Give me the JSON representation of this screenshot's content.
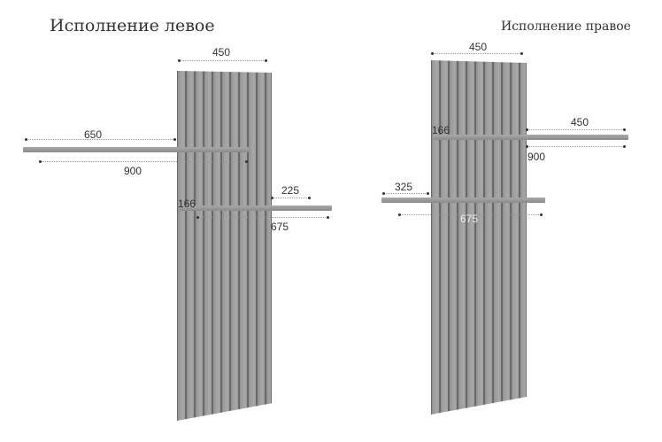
{
  "left": {
    "title": "Исполнение левое",
    "dims": {
      "panel_width": "450",
      "top_shelf_left": "650",
      "top_shelf_total": "900",
      "lower_offset": "166",
      "lower_right": "225",
      "lower_total": "675"
    }
  },
  "right": {
    "title": "Исполнение правое",
    "dims": {
      "panel_width": "450",
      "upper_offset": "166",
      "upper_right": "450",
      "upper_total": "900",
      "lower_left": "325",
      "lower_total": "675"
    }
  }
}
